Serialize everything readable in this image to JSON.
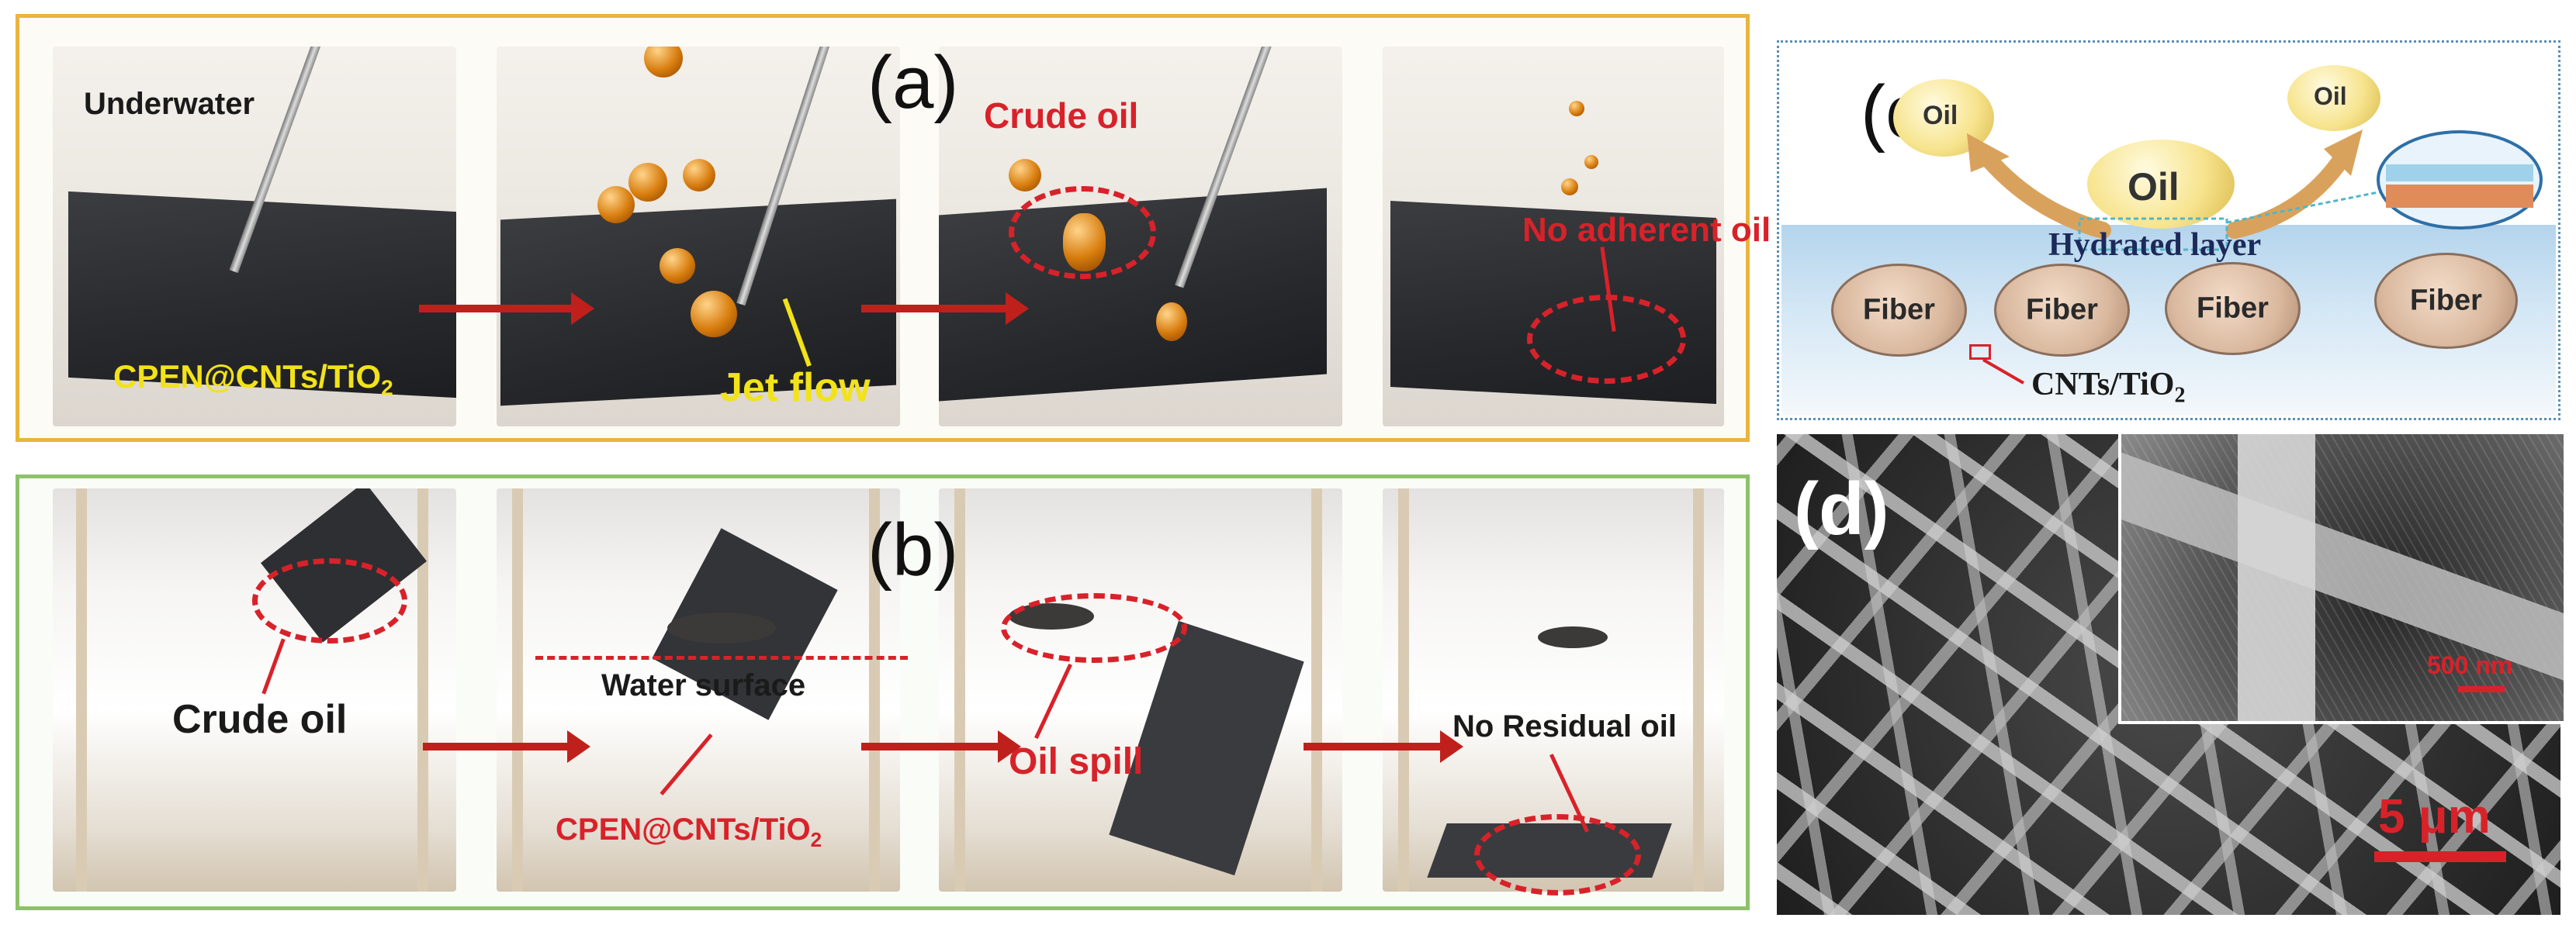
{
  "panel_a": {
    "letter": "(a)",
    "underwater": "Underwater",
    "membrane": "CPEN@CNTs/TiO",
    "membrane_sub": "2",
    "jet_flow": "Jet flow",
    "crude_oil": "Crude oil",
    "no_adherent": "No adherent oil",
    "frame_color": "#e9b53d"
  },
  "panel_b": {
    "letter": "(b)",
    "crude_oil": "Crude oil",
    "water_surface": "Water surface",
    "membrane": "CPEN@CNTs/TiO",
    "membrane_sub": "2",
    "oil_spill": "Oil spill",
    "no_residual": "No Residual oil",
    "frame_color": "#8dc26a"
  },
  "panel_c": {
    "letter": "(c)",
    "oil_left": "Oil",
    "oil_center": "Oil",
    "oil_right": "Oil",
    "hydrated_layer": "Hydrated layer",
    "fibers": [
      "Fiber",
      "Fiber",
      "Fiber",
      "Fiber"
    ],
    "cnts": "CNTs/TiO",
    "cnts_sub": "2"
  },
  "panel_d": {
    "letter": "(d)",
    "inset_scale": "500 nm",
    "main_scale": "5 μm"
  },
  "colors": {
    "arrow": "#c0201c",
    "annotation_red": "#d8222a",
    "annotation_yellow": "#f2e21a"
  }
}
